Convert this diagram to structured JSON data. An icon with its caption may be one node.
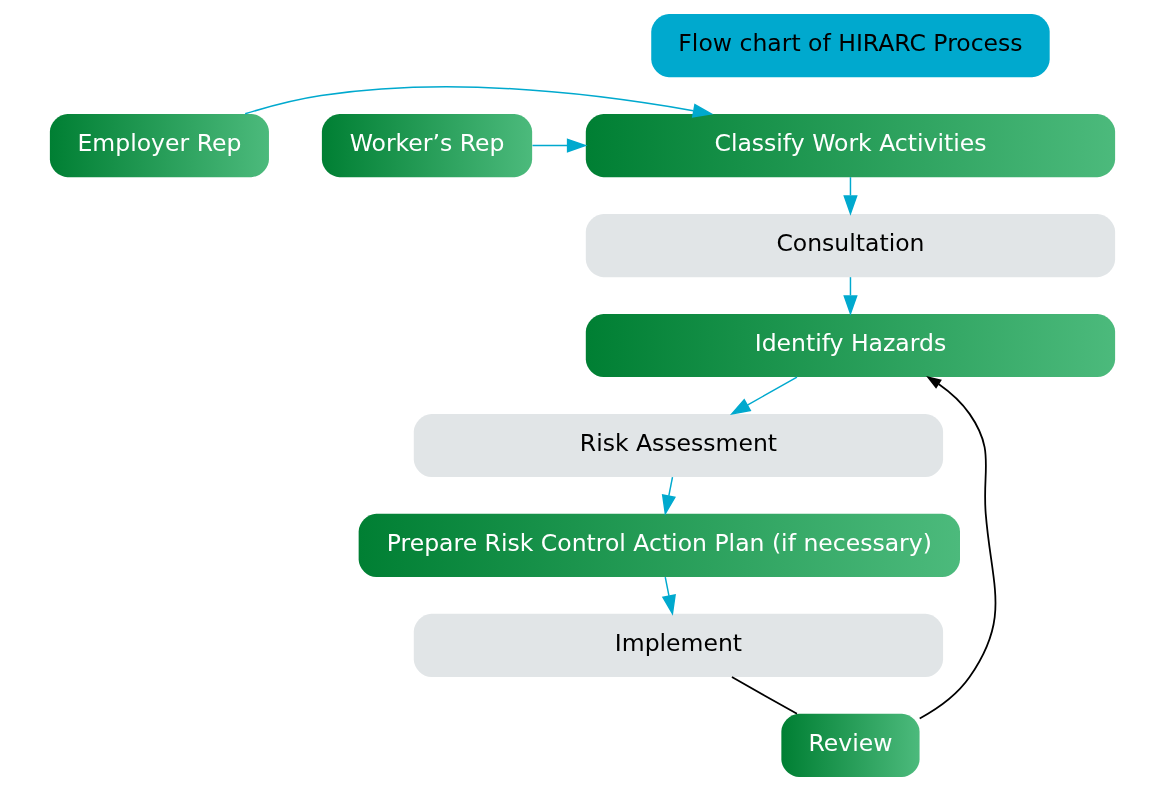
{
  "diagram": {
    "nodes": [
      {
        "text": [
          "Flow chart of HIRARC Process"
        ]
      },
      {
        "text": [
          "Employer Rep"
        ]
      },
      {
        "text": [
          "Classify Work Activities"
        ]
      },
      {
        "text": [
          "Worker’s Rep"
        ]
      },
      {
        "text": [
          "Consultation"
        ]
      },
      {
        "text": [
          "Identify Hazards"
        ]
      },
      {
        "text": [
          "Risk Assessment"
        ]
      },
      {
        "text": [
          "Prepare Risk Control Action Plan (if necessary)"
        ]
      },
      {
        "text": [
          "Implement"
        ]
      },
      {
        "text": [
          "Review"
        ]
      }
    ],
    "edges": [
      {
        "from": 1,
        "to": 2,
        "arrow": "to"
      },
      {
        "from": 3,
        "to": 2,
        "arrow": "to"
      },
      {
        "from": 2,
        "to": 4,
        "arrow": "to"
      },
      {
        "from": 4,
        "to": 5,
        "arrow": "to"
      },
      {
        "from": 5,
        "to": 6,
        "arrow": "to"
      },
      {
        "from": 6,
        "to": 7,
        "arrow": "to"
      },
      {
        "from": 7,
        "to": 8,
        "arrow": "to"
      },
      {
        "from": 8,
        "to": 9,
        "arrow": "none",
        "color": "#000000"
      },
      {
        "from": 9,
        "to": 5,
        "arrow": "to",
        "color": "#000000"
      }
    ]
  }
}
